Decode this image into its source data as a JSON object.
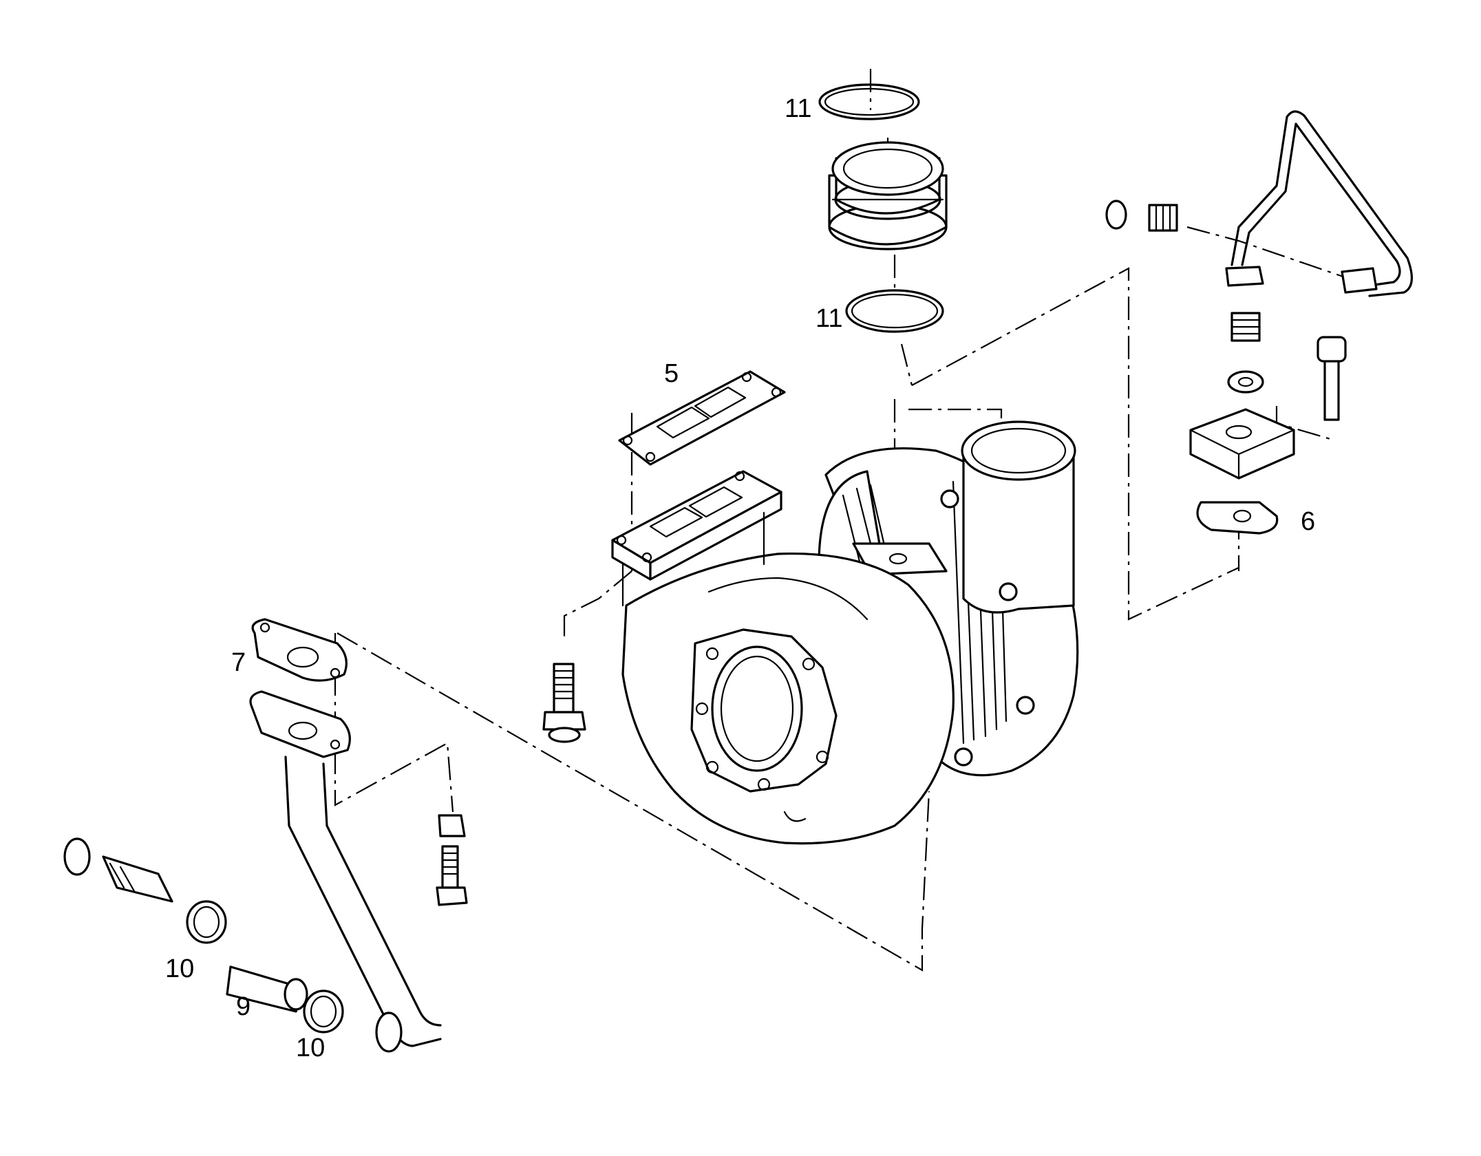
{
  "callouts": {
    "c11_top": "11",
    "c11_bottom": "11",
    "c5": "5",
    "c6": "6",
    "c7": "7",
    "c9": "9",
    "c10_upper": "10",
    "c10_lower": "10"
  },
  "colors": {
    "ink": "#000000",
    "paper": "#ffffff"
  }
}
